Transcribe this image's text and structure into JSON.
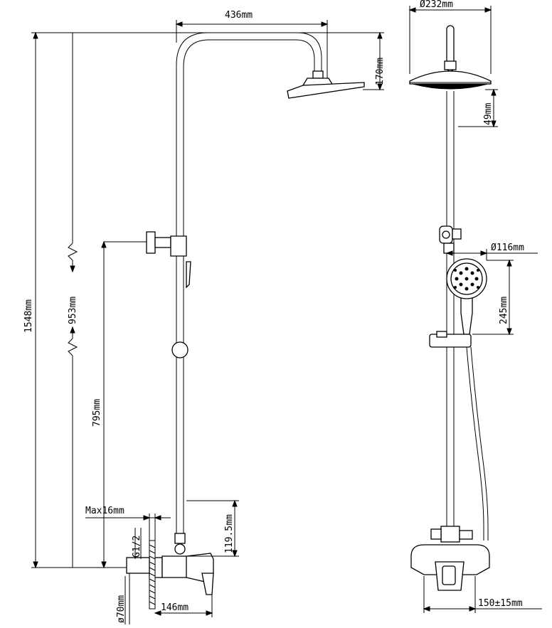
{
  "dimensions": {
    "arm_width": "436mm",
    "arm_drop": "170mm",
    "total_height": "1548mm",
    "handshower_hook_height": "953mm",
    "mixer_to_hook": "795mm",
    "wall_max": "Max16mm",
    "thread": "G1/2",
    "mixer_height": "119.5mm",
    "flange_diameter": "ø70mm",
    "mixer_depth": "146mm",
    "head_diameter": "Ø232mm",
    "head_offset": "49mm",
    "handshower_diameter": "Ø116mm",
    "handshower_length": "245mm",
    "inlet_spacing": "150±15mm"
  }
}
